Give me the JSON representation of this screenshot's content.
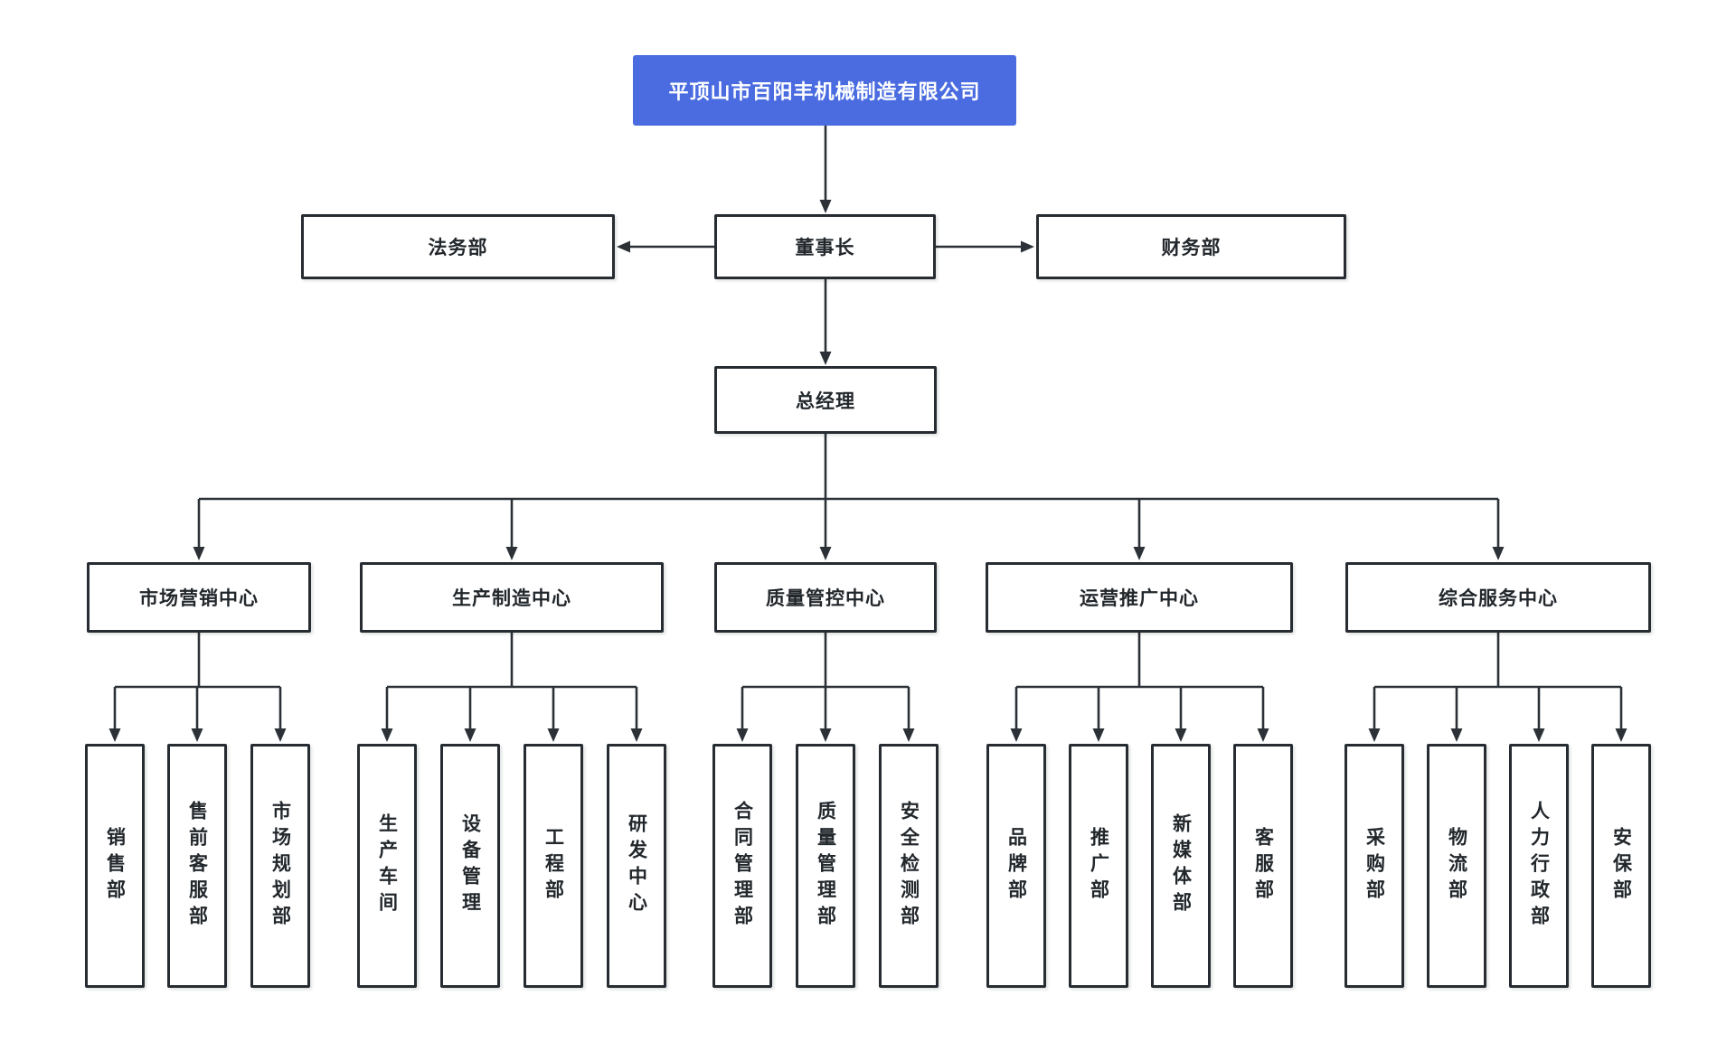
{
  "org": {
    "root": {
      "label": "平顶山市百阳丰机械制造有限公司"
    },
    "legal": {
      "label": "法务部"
    },
    "chairman": {
      "label": "董事长"
    },
    "finance": {
      "label": "财务部"
    },
    "general_manager": {
      "label": "总经理"
    },
    "centers": [
      {
        "label": "市场营销中心",
        "departments": [
          "销售部",
          "售前客服部",
          "市场规划部"
        ]
      },
      {
        "label": "生产制造中心",
        "departments": [
          "生产车间",
          "设备管理",
          "工程部",
          "研发中心"
        ]
      },
      {
        "label": "质量管控中心",
        "departments": [
          "合同管理部",
          "质量管理部",
          "安全检测部"
        ]
      },
      {
        "label": "运营推广中心",
        "departments": [
          "品牌部",
          "推广部",
          "新媒体部",
          "客服部"
        ]
      },
      {
        "label": "综合服务中心",
        "departments": [
          "采购部",
          "物流部",
          "人力行政部",
          "安保部"
        ]
      }
    ]
  },
  "colors": {
    "root_bg": "#4a6ce0",
    "root_text": "#ffffff",
    "box_bg": "#ffffff",
    "box_border": "#262c31",
    "line": "#2b3137",
    "text": "#22272c"
  }
}
